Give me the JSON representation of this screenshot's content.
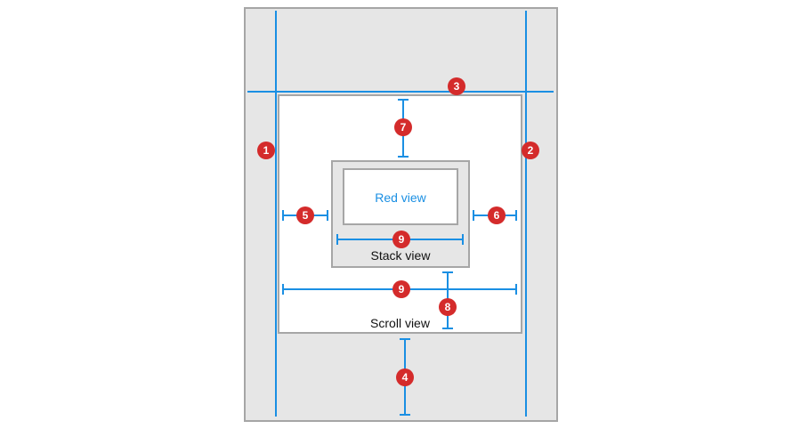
{
  "views": {
    "red": "Red view",
    "stack": "Stack view",
    "scroll": "Scroll view"
  },
  "markers": [
    "1",
    "2",
    "3",
    "4",
    "5",
    "6",
    "7",
    "8",
    "9",
    "9"
  ],
  "colors": {
    "guide": "#1a8fe3",
    "badge": "#d42b2b",
    "view_fill": "#e6e6e6",
    "view_border": "#a6a6a6"
  }
}
